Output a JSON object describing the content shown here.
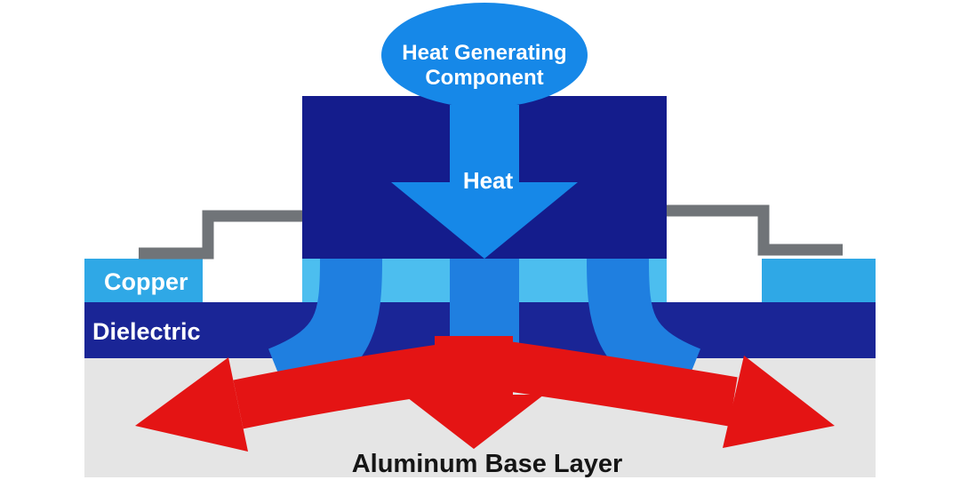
{
  "labels": {
    "heat_source_line1": "Heat Generating",
    "heat_source_line2": "Component",
    "heat_arrow": "Heat",
    "copper": "Copper",
    "dielectric": "Dielectric",
    "aluminum": "Aluminum Base Layer"
  },
  "colors": {
    "background": "#ffffff",
    "component_navy": "#141c8c",
    "dielectric_navy": "#1a2596",
    "heat_blue": "#1688e8",
    "flow_blue": "#1f7fe0",
    "copper_blue": "#2fa8e6",
    "copper_mid_blue": "#4cbeef",
    "lead_gray": "#707478",
    "aluminum_gray": "#e5e5e5",
    "spread_red": "#e41414"
  }
}
